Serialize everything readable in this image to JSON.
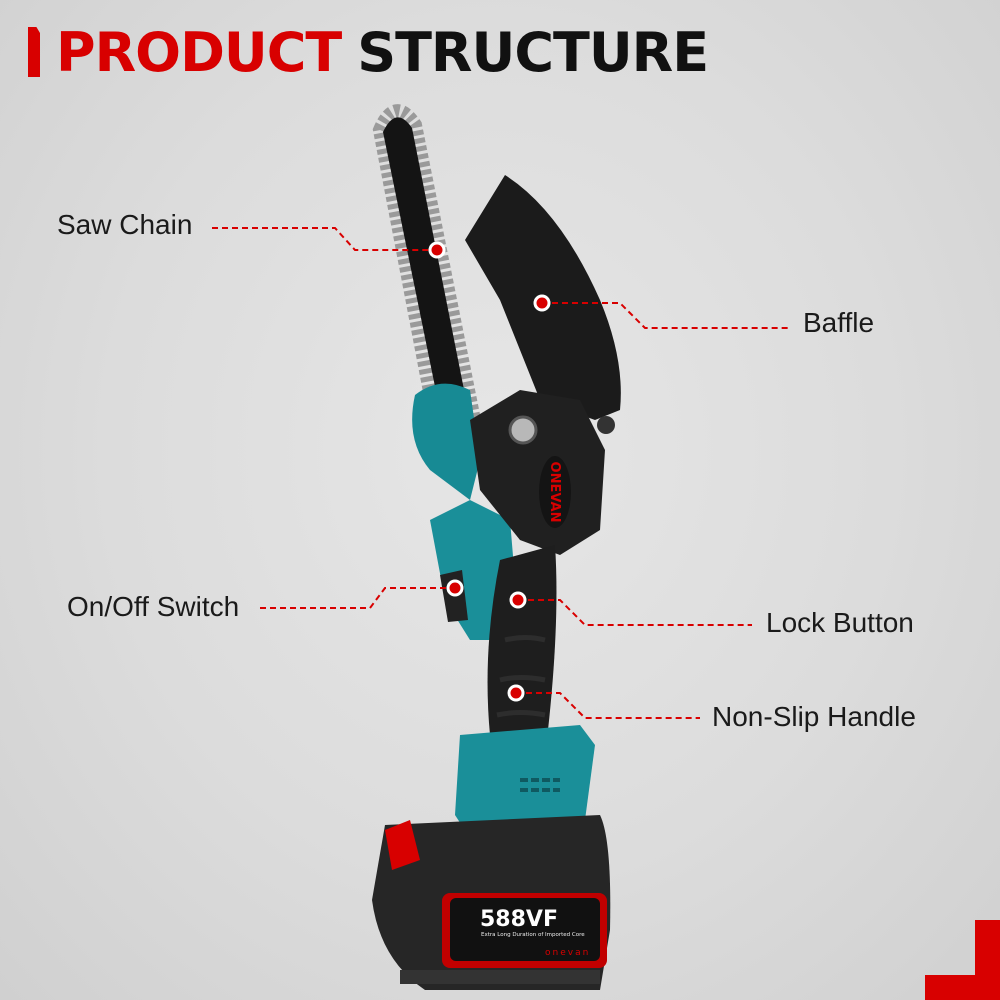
{
  "title": {
    "part1": "PRODUCT",
    "part2": "STRUCTURE"
  },
  "callouts": [
    {
      "label": "Saw Chain"
    },
    {
      "label": "Baffle"
    },
    {
      "label": "On/Off Switch"
    },
    {
      "label": "Lock Button"
    },
    {
      "label": "Non-Slip Handle"
    }
  ],
  "product": {
    "brand": "ONEVAN",
    "battery_brand": "onevan",
    "battery_voltage": "588VF",
    "battery_subtext": "Extra Long Duration of Imported Core"
  },
  "colors": {
    "accent": "#d80000",
    "tool_teal": "#1a8f99",
    "tool_black": "#1c1c1c",
    "background": "#dcdcdc"
  }
}
